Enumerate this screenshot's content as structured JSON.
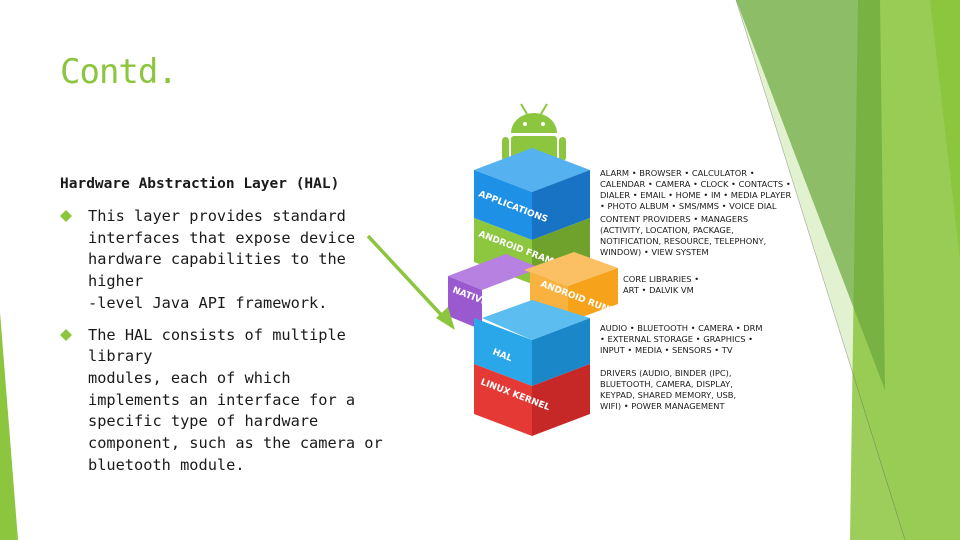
{
  "slide": {
    "title": "Contd.",
    "subheading": "Hardware Abstraction Layer (HAL)",
    "bullets": [
      {
        "lines": [
          "This layer provides standard",
          "interfaces that expose device",
          "hardware capabilities to the higher",
          "-level Java API framework."
        ]
      },
      {
        "lines": [
          "The HAL consists of multiple library",
          "modules, each of which",
          "implements an interface for a",
          "specific type of hardware",
          "component, such as the camera or",
          "bluetooth module."
        ]
      }
    ]
  },
  "diagram": {
    "layers": [
      {
        "label": "APPLICATIONS",
        "color": "#1e90e6",
        "desc": [
          "ALARM • BROWSER • CALCULATOR •",
          "CALENDAR • CAMERA • CLOCK • CONTACTS •",
          "DIALER • EMAIL • HOME • IM • MEDIA PLAYER",
          "• PHOTO ALBUM • SMS/MMS • VOICE DIAL"
        ]
      },
      {
        "label": "ANDROID FRAMEWORK",
        "color": "#8dc63f",
        "desc": [
          "CONTENT PROVIDERS • MANAGERS",
          "(ACTIVITY, LOCATION, PACKAGE,",
          "NOTIFICATION, RESOURCE, TELEPHONY,",
          "WINDOW) • VIEW SYSTEM"
        ]
      },
      {
        "label_left": "NATIVE LIBRARIES",
        "label_right": "ANDROID RUNTIME",
        "color_left": "#9b59d0",
        "color_right": "#f7a21b",
        "desc": [
          "CORE LIBRARIES •",
          "ART • DALVIK VM"
        ]
      },
      {
        "label": "HAL",
        "color": "#2aa7e8",
        "desc": [
          "AUDIO • BLUETOOTH • CAMERA • DRM",
          "• EXTERNAL STORAGE • GRAPHICS •",
          "INPUT • MEDIA • SENSORS • TV"
        ]
      },
      {
        "label": "LINUX KERNEL",
        "color": "#e53935",
        "desc": [
          "DRIVERS (AUDIO, BINDER (IPC),",
          "BLUETOOTH, CAMERA, DISPLAY,",
          "KEYPAD, SHARED MEMORY, USB,",
          "WIFI) • POWER MANAGEMENT"
        ]
      }
    ],
    "colors": {
      "accent": "#8cc63f",
      "arrow": "#8cc63f",
      "android_logo": "#8cc63f"
    }
  }
}
